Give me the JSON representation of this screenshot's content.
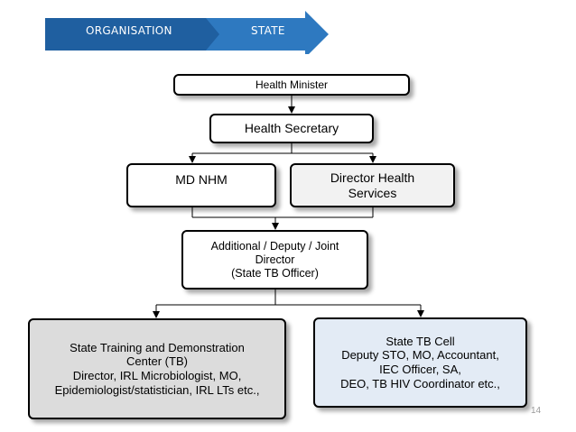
{
  "banner": {
    "left_label": "ORGANISATION",
    "right_label": "STATE",
    "colors": {
      "left": "#1f5fa0",
      "right": "#2e79c0"
    }
  },
  "chart": {
    "nodes": {
      "health_minister": "Health Minister",
      "health_secretary": "Health Secretary",
      "md_nhm": "MD NHM",
      "director_health_services": [
        "Director Health",
        "Services"
      ],
      "additional_director": [
        "Additional / Deputy / Joint",
        "Director",
        "(State TB Officer)"
      ],
      "state_training_center": [
        "State Training and Demonstration",
        "Center (TB)",
        "Director, IRL Microbiologist, MO,",
        "Epidemiologist/statistician, IRL LTs etc.,"
      ],
      "state_tb_cell": [
        "State TB Cell",
        "Deputy STO, MO, Accountant,",
        "IEC Officer, SA,",
        "DEO, TB HIV Coordinator etc.,"
      ]
    }
  },
  "footer": {
    "page_number": "14"
  }
}
